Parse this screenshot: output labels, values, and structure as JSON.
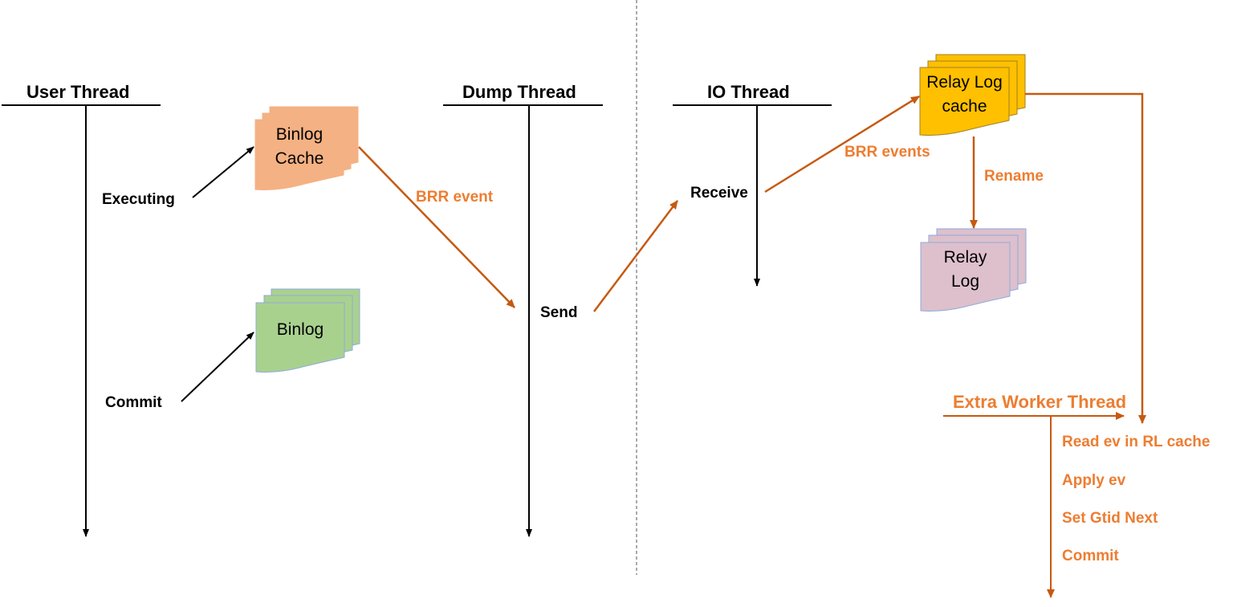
{
  "threads": {
    "user": "User Thread",
    "dump": "Dump Thread",
    "io": "IO Thread",
    "extra_worker": "Extra Worker Thread"
  },
  "documents": {
    "binlog_cache": {
      "line1": "Binlog",
      "line2": "Cache",
      "color": "#F4B183"
    },
    "binlog": {
      "line1": "Binlog",
      "color": "#A9D18E"
    },
    "relay_log_cache": {
      "line1": "Relay Log",
      "line2": "cache",
      "color": "#FFC000"
    },
    "relay_log": {
      "line1": "Relay",
      "line2": "Log",
      "color": "#DDC0CC"
    }
  },
  "steps": {
    "executing": "Executing",
    "commit": "Commit",
    "send": "Send",
    "receive": "Receive"
  },
  "edge_labels": {
    "brr_event": "BRR event",
    "brr_events": "BRR events",
    "rename": "Rename"
  },
  "worker_steps": [
    "Read ev in RL cache",
    "Apply ev",
    "Set Gtid Next",
    "Commit"
  ],
  "colors": {
    "accent": "#C55A11",
    "accent_text": "#ED7D31",
    "line": "#000000"
  }
}
